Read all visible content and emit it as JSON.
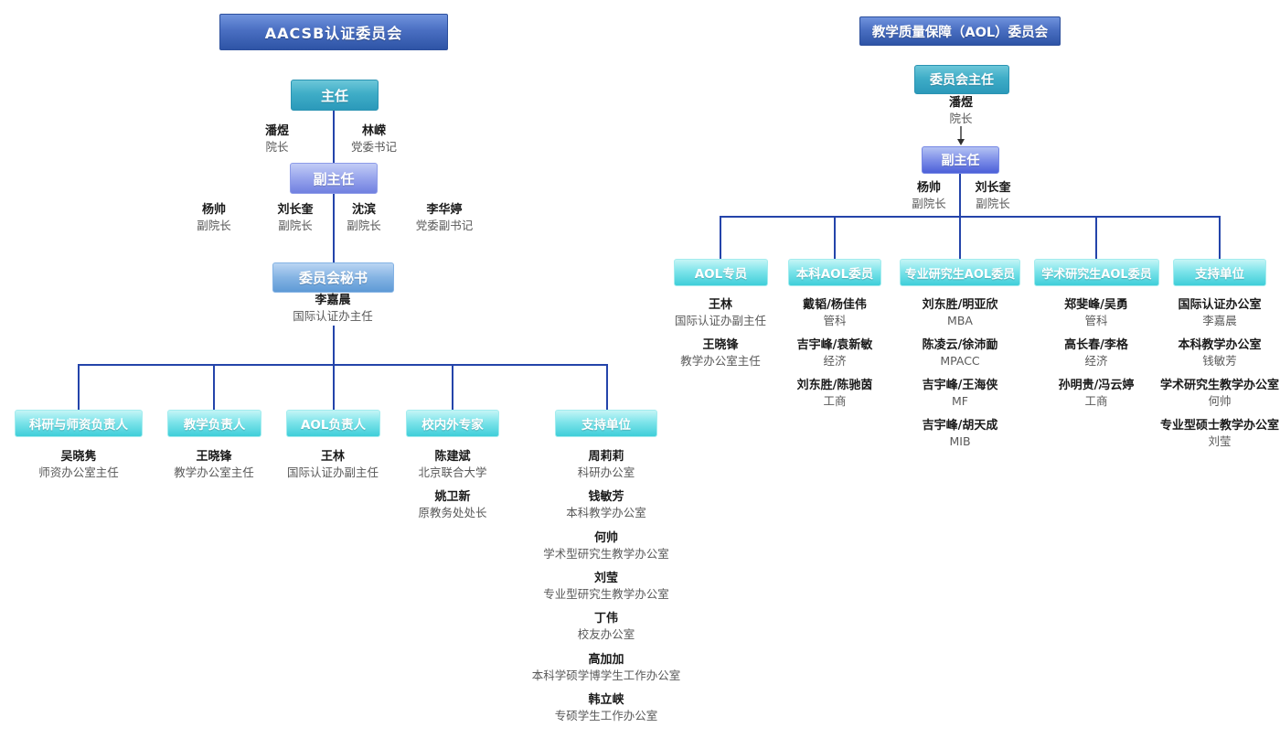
{
  "colors": {
    "banner_blue_top": "#7093dd",
    "banner_blue_bottom": "#2e54a6",
    "teal_top": "#6cc7d9",
    "teal_bottom": "#2b99ba",
    "periwinkle_top": "#c2ccf6",
    "periwinkle_bottom": "#7080e0",
    "deputy_right_bottom": "#4c60d8",
    "secretary_top": "#bad5f3",
    "secretary_bottom": "#5e9ad6",
    "cyan_top": "#c4f5f6",
    "cyan_bottom": "#3fced9",
    "connector_line": "#2444aa",
    "arrow_gray": "#6e6e6e",
    "name_text": "#1a1a1a",
    "role_text": "#595959"
  },
  "left_chart": {
    "title": "AACSB认证委员会",
    "director": {
      "label": "主任",
      "members": [
        {
          "name": "潘煜",
          "role": "院长"
        },
        {
          "name": "林嵘",
          "role": "党委书记"
        }
      ]
    },
    "deputy": {
      "label": "副主任",
      "members": [
        {
          "name": "杨帅",
          "role": "副院长"
        },
        {
          "name": "刘长奎",
          "role": "副院长"
        },
        {
          "name": "沈滨",
          "role": "副院长"
        },
        {
          "name": "李华婷",
          "role": "党委副书记"
        }
      ]
    },
    "secretary": {
      "label": "委员会秘书",
      "members": [
        {
          "name": "李嘉晨",
          "role": "国际认证办主任"
        }
      ]
    },
    "branches": [
      {
        "label": "科研与师资负责人",
        "members": [
          {
            "name": "吴晓隽",
            "role": "师资办公室主任"
          }
        ]
      },
      {
        "label": "教学负责人",
        "members": [
          {
            "name": "王晓锋",
            "role": "教学办公室主任"
          }
        ]
      },
      {
        "label": "AOL负责人",
        "members": [
          {
            "name": "王林",
            "role": "国际认证办副主任"
          }
        ]
      },
      {
        "label": "校内外专家",
        "members": [
          {
            "name": "陈建斌",
            "role": "北京联合大学"
          },
          {
            "name": "姚卫新",
            "role": "原教务处处长"
          }
        ]
      },
      {
        "label": "支持单位",
        "members": [
          {
            "name": "周莉莉",
            "role": "科研办公室"
          },
          {
            "name": "钱敏芳",
            "role": "本科教学办公室"
          },
          {
            "name": "何帅",
            "role": "学术型研究生教学办公室"
          },
          {
            "name": "刘莹",
            "role": "专业型研究生教学办公室"
          },
          {
            "name": "丁伟",
            "role": "校友办公室"
          },
          {
            "name": "高加加",
            "role": "本科学硕学博学生工作办公室"
          },
          {
            "name": "韩立峡",
            "role": "专硕学生工作办公室"
          }
        ]
      }
    ]
  },
  "right_chart": {
    "title": "教学质量保障（AOL）委员会",
    "director": {
      "label": "委员会主任",
      "members": [
        {
          "name": "潘煜",
          "role": "院长"
        }
      ]
    },
    "deputy": {
      "label": "副主任",
      "members": [
        {
          "name": "杨帅",
          "role": "副院长"
        },
        {
          "name": "刘长奎",
          "role": "副院长"
        }
      ]
    },
    "branches": [
      {
        "label": "AOL专员",
        "members": [
          {
            "name": "王林",
            "role": "国际认证办副主任"
          },
          {
            "name": "王晓锋",
            "role": "教学办公室主任"
          }
        ]
      },
      {
        "label": "本科AOL委员",
        "members": [
          {
            "name": "戴韬/杨佳伟",
            "role": "管科"
          },
          {
            "name": "吉宇峰/袁新敏",
            "role": "经济"
          },
          {
            "name": "刘东胜/陈驰茵",
            "role": "工商"
          }
        ]
      },
      {
        "label": "专业研究生AOL委员",
        "members": [
          {
            "name": "刘东胜/明亚欣",
            "role": "MBA"
          },
          {
            "name": "陈凌云/徐沛勔",
            "role": "MPACC"
          },
          {
            "name": "吉宇峰/王海侠",
            "role": "MF"
          },
          {
            "name": "吉宇峰/胡天成",
            "role": "MIB"
          }
        ]
      },
      {
        "label": "学术研究生AOL委员",
        "members": [
          {
            "name": "郑斐峰/吴勇",
            "role": "管科"
          },
          {
            "name": "高长春/李格",
            "role": "经济"
          },
          {
            "name": "孙明贵/冯云婷",
            "role": "工商"
          }
        ]
      },
      {
        "label": "支持单位",
        "members": [
          {
            "name": "国际认证办公室",
            "role": "李嘉晨"
          },
          {
            "name": "本科教学办公室",
            "role": "钱敏芳"
          },
          {
            "name": "学术研究生教学办公室",
            "role": "何帅"
          },
          {
            "name": "专业型硕士教学办公室",
            "role": "刘莹"
          }
        ]
      }
    ]
  }
}
